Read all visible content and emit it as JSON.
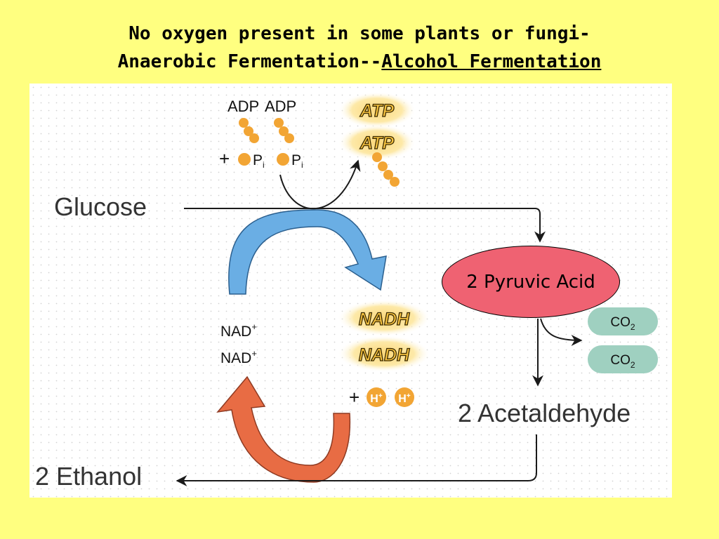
{
  "title": {
    "line1": "No oxygen present in some plants or fungi-",
    "line2_prefix": "Anaerobic Fermentation--",
    "line2_underlined": "Alcohol Fermentation"
  },
  "diagram": {
    "adp_1": "ADP",
    "adp_2": "ADP",
    "plus_1": "+",
    "pi_p_1": "P",
    "pi_i_1": "i",
    "pi_p_2": "P",
    "pi_i_2": "i",
    "atp_1": "ATP",
    "atp_2": "ATP",
    "glucose": "Glucose",
    "pyruvic_acid": "2 Pyruvic Acid",
    "nad_1": "NAD",
    "nad_plus_1": "+",
    "nad_2": "NAD",
    "nad_plus_2": "+",
    "nadh_1": "NADH",
    "nadh_2": "NADH",
    "plus_2": "+",
    "h_1": "H",
    "h_plus_1": "+",
    "h_2": "H",
    "h_plus_2": "+",
    "co2_1_co": "CO",
    "co2_1_sub": "2",
    "co2_2_co": "CO",
    "co2_2_sub": "2",
    "acetaldehyde": "2 Acetaldehyde",
    "ethanol": "2 Ethanol"
  },
  "colors": {
    "slide_background": "#ffff80",
    "panel_background": "#ffffff",
    "phosphate": "#f2a534",
    "energy_glow": "#fde8a6",
    "molecule_text_fill": "#f7c340",
    "blue_arrow": "#6aaee4",
    "red_arrow": "#e86c44",
    "co2_fill": "#9fd0c0",
    "pyruvic_fill": "#ef6272"
  }
}
